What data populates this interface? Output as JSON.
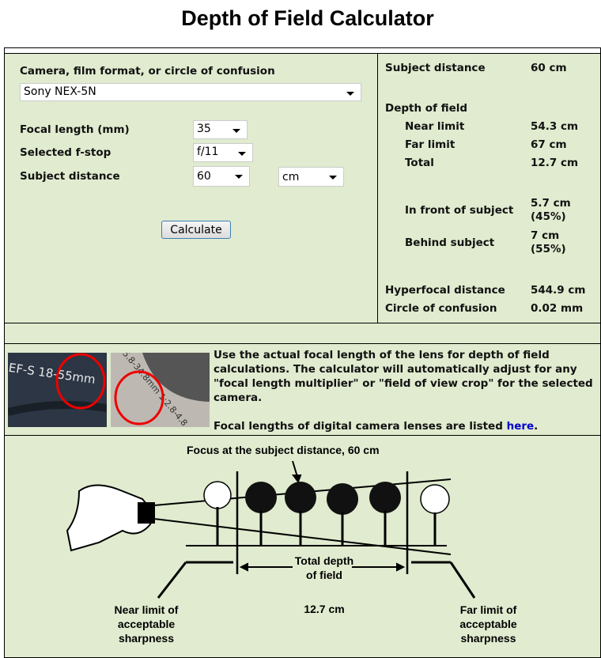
{
  "title": "Depth of Field Calculator",
  "form": {
    "camera_label": "Camera, film format, or circle of confusion",
    "camera_value": "Sony NEX-5N",
    "focal_label": "Focal length (mm)",
    "focal_value": "35",
    "fstop_label": "Selected f-stop",
    "fstop_value": "f/11",
    "distance_label": "Subject distance",
    "distance_value": "60",
    "unit_value": "cm",
    "calculate": "Calculate"
  },
  "results": {
    "subject_distance_label": "Subject distance",
    "subject_distance": "60 cm",
    "dof_label": "Depth of field",
    "near_label": "Near limit",
    "near": "54.3 cm",
    "far_label": "Far limit",
    "far": "67 cm",
    "total_label": "Total",
    "total": "12.7 cm",
    "front_label": "In front of subject",
    "front": "5.7 cm",
    "front_pct": "(45%)",
    "behind_label": "Behind subject",
    "behind": "7 cm",
    "behind_pct": "(55%)",
    "hyperfocal_label": "Hyperfocal distance",
    "hyperfocal": "544.9 cm",
    "coc_label": "Circle of confusion",
    "coc": "0.02 mm"
  },
  "info": {
    "lens1_text": "EF-S 18-55mm",
    "lens2_text": "5.8-34.8mm 1:2.8-4.8",
    "paragraph": "Use the actual focal length of the lens for depth of field calculations. The calculator will automatically adjust for any \"focal length multiplier\" or \"field of view crop\" for the selected camera.",
    "link_prefix": "Focal lengths of digital camera lenses are listed ",
    "link_text": "here",
    "link_suffix": "."
  },
  "diagram": {
    "focus_caption": "Focus at the subject distance, 60 cm",
    "total_caption": "Total depth of field",
    "total_value": "12.7 cm",
    "near_caption": "Near limit of acceptable sharpness",
    "far_caption": "Far limit of acceptable sharpness"
  }
}
